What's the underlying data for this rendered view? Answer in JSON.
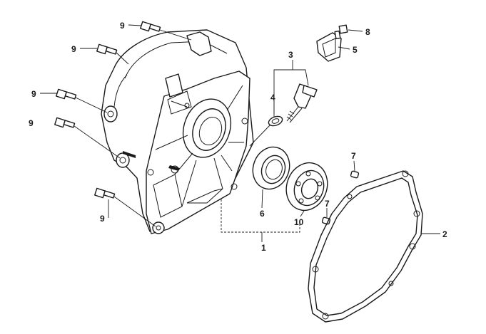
{
  "callouts": {
    "c1": "1",
    "c2": "2",
    "c3": "3",
    "c4": "4",
    "c5": "5",
    "c6": "6",
    "c7a": "7",
    "c7b": "7",
    "c8": "8",
    "c9a": "9",
    "c9b": "9",
    "c9c": "9",
    "c9d": "9",
    "c9e": "9",
    "c10": "10"
  }
}
